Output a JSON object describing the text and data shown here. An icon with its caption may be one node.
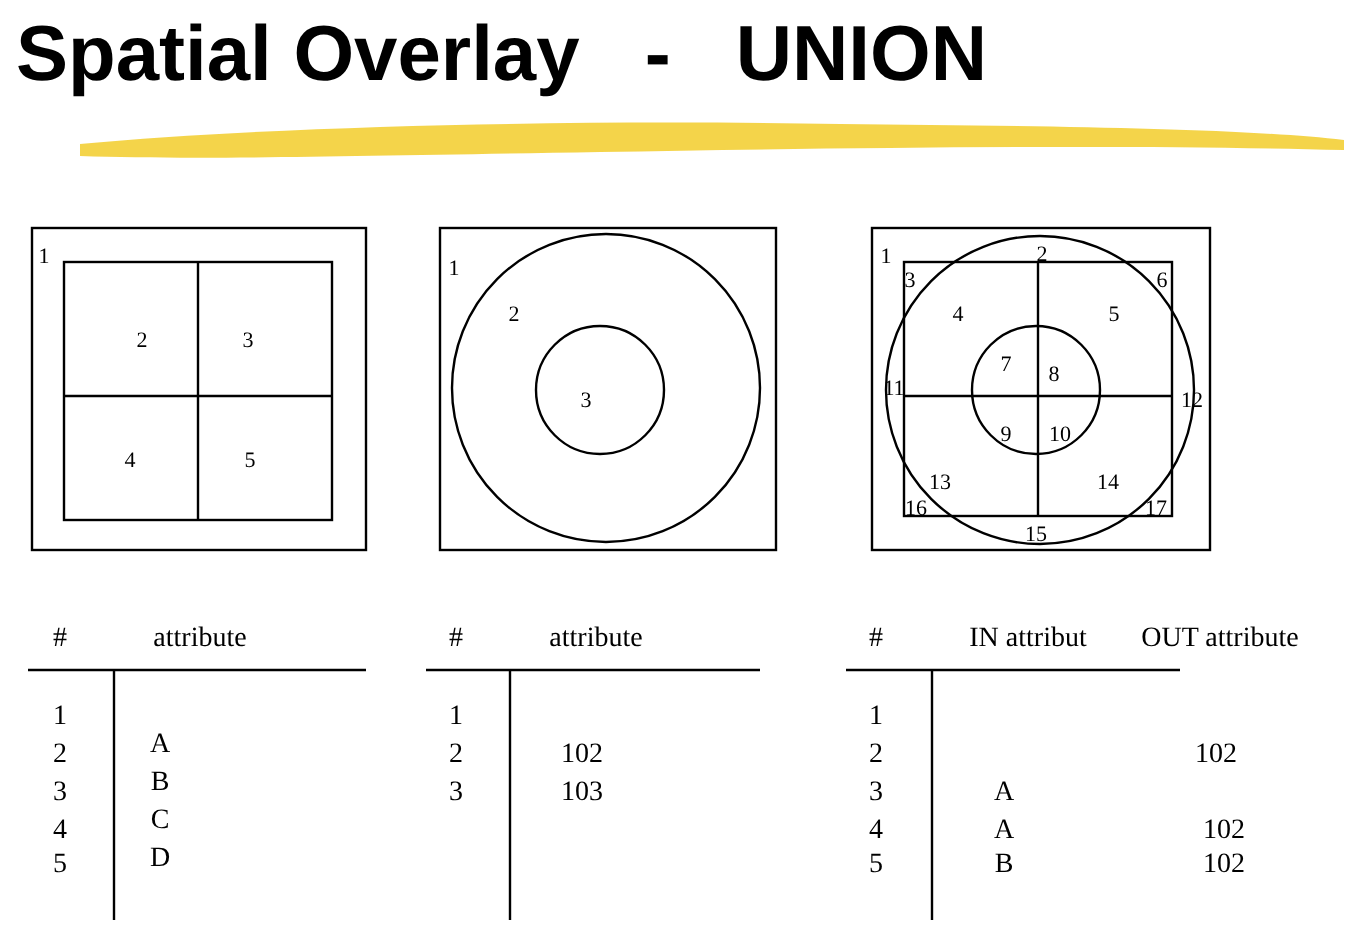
{
  "diagram": {
    "title": "Spatial Overlay   -   UNION",
    "labels": [
      "1",
      "2",
      "3",
      "4",
      "5",
      "1",
      "2",
      "3",
      "1",
      "2",
      "3",
      "4",
      "5",
      "6",
      "7",
      "8",
      "9",
      "10",
      "11",
      "12",
      "13",
      "14",
      "15",
      "16",
      "17",
      "#",
      "attribute",
      "1",
      "2",
      "A",
      "3",
      "B",
      "4",
      "C",
      "5",
      "D",
      "#",
      "attribute",
      "1",
      "2",
      "102",
      "3",
      "103",
      "#",
      "IN attribut",
      "OUT attribute",
      "1",
      "2",
      "102",
      "3",
      "A",
      "4",
      "A",
      "102",
      "5",
      "B",
      "102"
    ]
  }
}
